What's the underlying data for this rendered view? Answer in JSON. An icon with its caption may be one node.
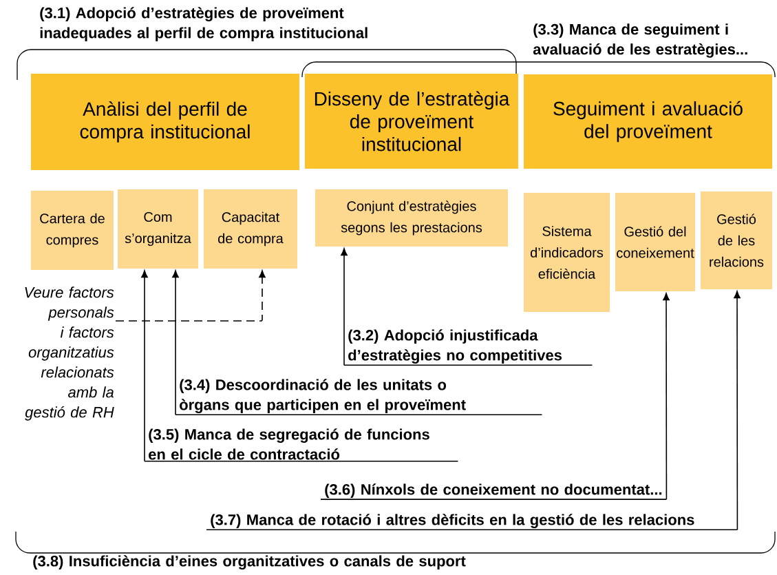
{
  "diagram": {
    "nodes": [
      {
        "text": [
          "Anàlisi del perfil de compra institucional"
        ]
      },
      {
        "text": [
          "Disseny de l’estratègia de proveïment institucional"
        ]
      },
      {
        "text": [
          "Seguiment i avaluació del proveïment"
        ]
      },
      {
        "text": [
          "Cartera de compres"
        ]
      },
      {
        "text": [
          "Com s’organitza"
        ]
      },
      {
        "text": [
          "Capacitat de compra"
        ]
      },
      {
        "text": [
          "Conjunt d’estratègies segons les prestacions"
        ]
      },
      {
        "text": [
          "Sistema d’indicadors eficiència"
        ]
      },
      {
        "text": [
          "Gestió del coneixement"
        ]
      },
      {
        "text": [
          "Gestió de les relacions"
        ]
      },
      {
        "text": [
          "Veure factors personals i factors organitzatius relacionats amb la gestió de RH"
        ]
      },
      {
        "text": [
          "(3.2) Adopció injustificada d’estratègies no competitives"
        ]
      },
      {
        "text": [
          "(3.4) Descoordinació de les unitats o òrgans que participen en el proveïment"
        ]
      },
      {
        "text": [
          "(3.5) Manca de segregació de funcions en el cicle de contractació"
        ]
      },
      {
        "text": [
          "(3.6) Nínxols de coneixement no documentat..."
        ]
      },
      {
        "text": [
          "(3.7) Manca de rotació i altres dèficits en la gestió de les relacions"
        ]
      }
    ],
    "edges": [
      {
        "from": 10,
        "to": 5,
        "arrow": "to",
        "style": "dashed"
      },
      {
        "from": 11,
        "to": 6,
        "arrow": "to"
      },
      {
        "from": 12,
        "to": 4,
        "arrow": "to"
      },
      {
        "from": 13,
        "to": 4,
        "arrow": "to"
      },
      {
        "from": 14,
        "to": 8,
        "arrow": "to"
      },
      {
        "from": 15,
        "to": 9,
        "arrow": "to"
      }
    ],
    "labels": [
      "(3.1) Adopció d’estratègies de proveïment inadequades al perfil de compra institucional",
      "(3.3) Manca de seguiment i avaluació de les estratègies...",
      "(3.8) Insuficiència d’eines organitzatives o canals de suport"
    ]
  }
}
